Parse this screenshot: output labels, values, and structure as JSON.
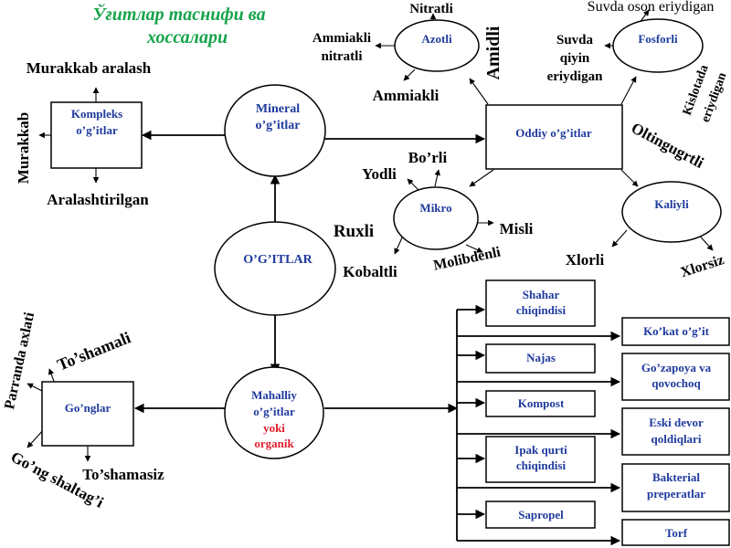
{
  "title": {
    "line1": "Ўғитлар таснифи ва",
    "line2": "хоссалари"
  },
  "nodes": {
    "center": "O’G’ITLAR",
    "mineral": [
      "Mineral",
      "o’g’itlar"
    ],
    "kompleks": [
      "Kompleks",
      "o’g’itlar"
    ],
    "oddiy": "Oddiy o’g’itlar",
    "azotli": "Azotli",
    "fosforli": "Fosforli",
    "mikro": "Mikro",
    "kaliyli": "Kaliyli",
    "mahalliy": [
      "Mahalliy",
      "o’g’itlar",
      "yoki",
      "organik"
    ],
    "gonglar": "Go’nglar",
    "left_boxes": [
      "Shahar chiqindisi",
      "Najas",
      "Kompost",
      "Ipak qurti chiqindisi",
      "Sapropel"
    ],
    "right_boxes": [
      "Ko’kat o’g’it",
      "Go’zapoya va qovochoq",
      "Eski devor qoldiqlari",
      "Bakterial preperatlar",
      "Torf"
    ]
  },
  "labels": {
    "murakkab_aralash": "Murakkab aralash",
    "murakkab": "Murakkab",
    "aralashtirilgan": "Aralashtirilgan",
    "nitratli": "Nitratli",
    "ammiakli_nitratli": [
      "Ammiakli",
      "nitratli"
    ],
    "ammiakli": "Ammiakli",
    "amidli": "Amidli",
    "suvda_oson": "Suvda oson eriydigan",
    "suvda_qiyin": [
      "Suvda",
      "qiyin",
      "eriydigan"
    ],
    "kislotada": [
      "Kislotada",
      "eriydigan"
    ],
    "oltingugurtli": "Oltingugrtli",
    "borli": "Bo’rli",
    "yodli": "Yodli",
    "ruxli": "Ruxli",
    "misli": "Misli",
    "kobaltli": "Kobaltli",
    "molibdenli": "Molibdenli",
    "xlorli": "Xlorli",
    "xlorsiz": "Xlorsiz",
    "parranda": "Parranda axlati",
    "toshamali": "To’shamali",
    "toshamasiz": "To’shamasiz",
    "gong_shaltagi": "Go’ng shaltag’i"
  },
  "colors": {
    "title": "#16a34a",
    "node_text": "#1f3a9e",
    "organik": "#e11d2e",
    "line": "#000000"
  }
}
